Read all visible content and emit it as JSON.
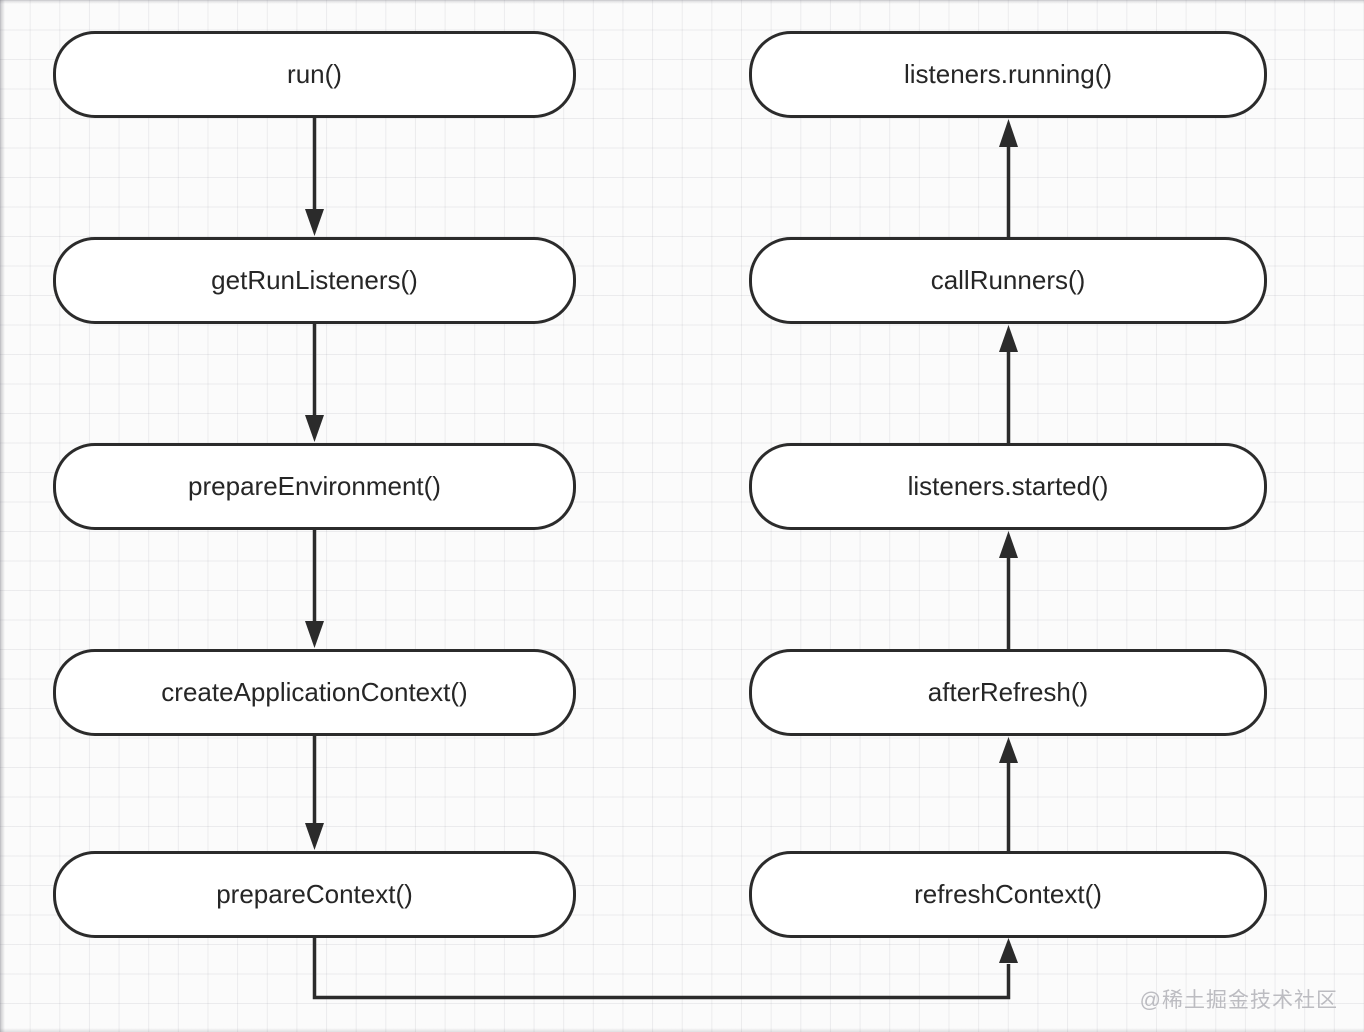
{
  "nodes": {
    "left": [
      "run()",
      "getRunListeners()",
      "prepareEnvironment()",
      "createApplicationContext()",
      "prepareContext()"
    ],
    "right": [
      "listeners.running()",
      "callRunners()",
      "listeners.started()",
      "afterRefresh()",
      "refreshContext()"
    ]
  },
  "edges": [
    {
      "from": "run()",
      "to": "getRunListeners()",
      "direction": "down"
    },
    {
      "from": "getRunListeners()",
      "to": "prepareEnvironment()",
      "direction": "down"
    },
    {
      "from": "prepareEnvironment()",
      "to": "createApplicationContext()",
      "direction": "down"
    },
    {
      "from": "createApplicationContext()",
      "to": "prepareContext()",
      "direction": "down"
    },
    {
      "from": "prepareContext()",
      "to": "refreshContext()",
      "direction": "elbow-down-right-up"
    },
    {
      "from": "refreshContext()",
      "to": "afterRefresh()",
      "direction": "up"
    },
    {
      "from": "afterRefresh()",
      "to": "listeners.started()",
      "direction": "up"
    },
    {
      "from": "listeners.started()",
      "to": "callRunners()",
      "direction": "up"
    },
    {
      "from": "callRunners()",
      "to": "listeners.running()",
      "direction": "up"
    }
  ],
  "watermark": {
    "text": "@稀土掘金技术社区"
  },
  "colors": {
    "node_border": "#2b2b2b",
    "node_fill": "#ffffff",
    "label_text": "#262626",
    "arrow": "#2b2b2b",
    "grid_line": "#e9e9ec",
    "canvas_bg": "#fbfbfb",
    "watermark_text": "#b0b0b6"
  }
}
